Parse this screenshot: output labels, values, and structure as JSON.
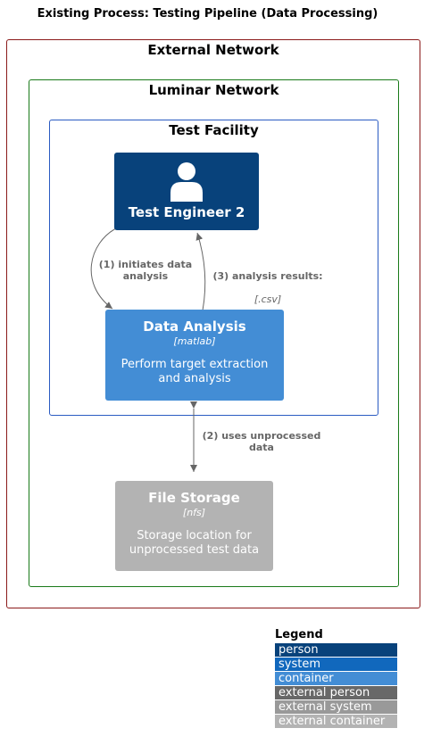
{
  "title": "Existing Process: Testing Pipeline (Data Processing)",
  "boundaries": {
    "external_network": {
      "label": "External Network",
      "color": "#8B1A1A"
    },
    "luminar_network": {
      "label": "Luminar Network",
      "color": "#1A7A1A"
    },
    "test_facility": {
      "label": "Test Facility",
      "color": "#2B5BC2"
    }
  },
  "nodes": {
    "test_engineer": {
      "name": "Test Engineer 2",
      "color": "#08427B",
      "icon": "person-icon"
    },
    "data_analysis": {
      "name": "Data Analysis",
      "technology": "[matlab]",
      "description": "Perform target extraction and analysis",
      "color": "#438DD5"
    },
    "file_storage": {
      "name": "File Storage",
      "technology": "[nfs]",
      "description": "Storage location for unprocessed test data",
      "color": "#B3B3B3"
    }
  },
  "relationships": {
    "r1": {
      "label": "(1) initiates  data\nanalysis"
    },
    "r2": {
      "label": "(2) uses  unprocessed\ndata"
    },
    "r3": {
      "label": "(3) analysis  results:",
      "technology": "[.csv]"
    }
  },
  "legend": {
    "title": "Legend",
    "items": [
      {
        "label": "person",
        "color": "#08427B"
      },
      {
        "label": "system",
        "color": "#1168BD"
      },
      {
        "label": "container",
        "color": "#438DD5"
      },
      {
        "label": "external person",
        "color": "#686868"
      },
      {
        "label": "external system",
        "color": "#999999"
      },
      {
        "label": "external container",
        "color": "#B3B3B3"
      }
    ]
  }
}
